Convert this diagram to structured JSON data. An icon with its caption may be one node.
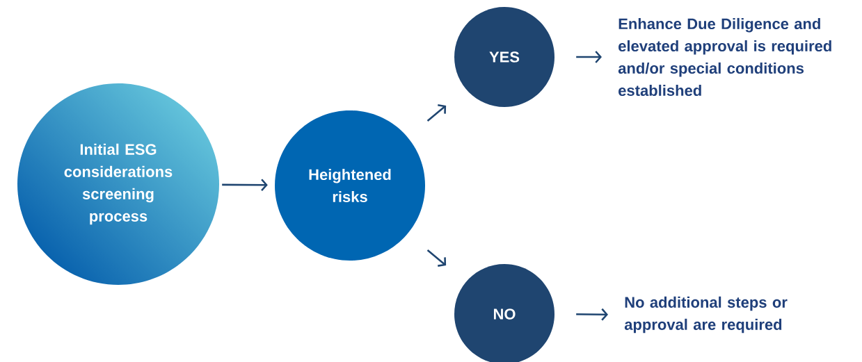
{
  "diagram": {
    "nodes": [
      {
        "text": [
          "Initial ESG considerations screening process"
        ]
      },
      {
        "text": [
          "Heightened risks"
        ]
      },
      {
        "text": [
          "YES"
        ]
      },
      {
        "text": [
          "NO"
        ]
      },
      {
        "text": [
          "Enhance Due Diligence and elevated approval is required and/or special conditions established"
        ]
      },
      {
        "text": [
          "No additional steps or approval are required"
        ]
      }
    ],
    "edges": [
      {
        "from": 0,
        "to": 1,
        "arrow": "to"
      },
      {
        "from": 1,
        "to": 2,
        "arrow": "to"
      },
      {
        "from": 1,
        "to": 3,
        "arrow": "to"
      },
      {
        "from": 2,
        "to": 4,
        "arrow": "to"
      },
      {
        "from": 3,
        "to": 5,
        "arrow": "to"
      }
    ]
  }
}
